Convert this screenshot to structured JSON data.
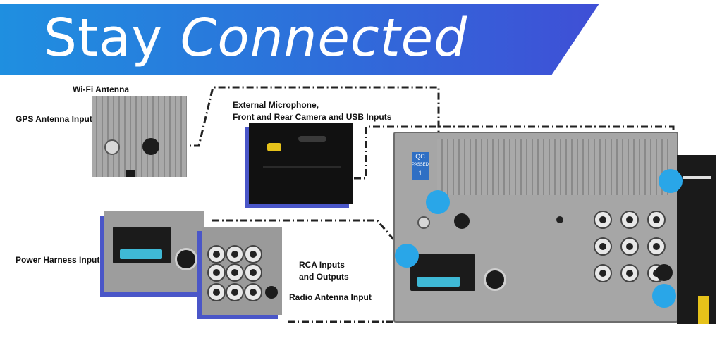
{
  "banner": {
    "title_regular": "Stay",
    "title_italic": "Connected",
    "gradient_start": "#1f8fe0",
    "gradient_end": "#3f4fd6"
  },
  "labels": {
    "wifi_antenna": "Wi-Fi Antenna",
    "gps_antenna": "GPS Antenna Input",
    "external_mic_line1": "External Microphone,",
    "external_mic_line2": "Front and Rear Camera and USB Inputs",
    "power_harness": "Power Harness Input",
    "rca_line1": "RCA Inputs",
    "rca_line2": "and Outputs",
    "radio_antenna": "Radio Antenna Input"
  },
  "unit": {
    "qc_label": "QC",
    "qc_passed": "PASSED",
    "qc_number": "1"
  },
  "colors": {
    "callout": "#29a6e8",
    "inset_shadow": "#4a56c8"
  }
}
